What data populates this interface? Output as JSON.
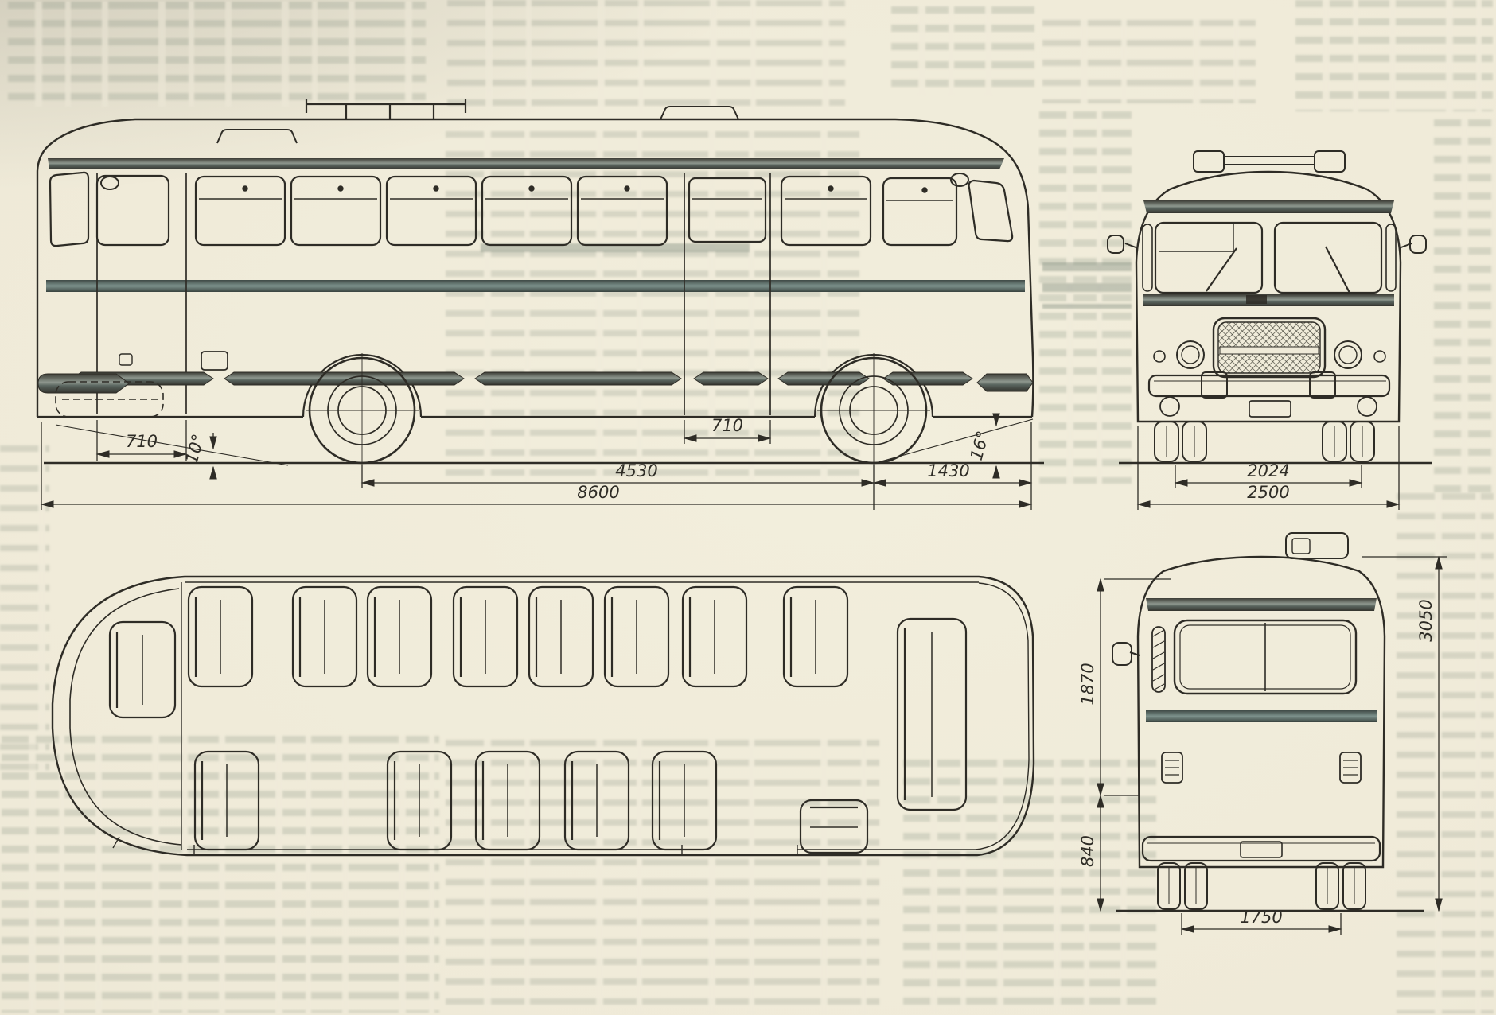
{
  "page": {
    "paper_color": "#efead8",
    "ink_color": "#2e2c26"
  },
  "side_view": {
    "dims": {
      "front_door_width": "710",
      "approach_angle": "10°",
      "center_door_width": "710",
      "wheelbase": "4530",
      "rear_overhang": "1430",
      "departure_angle": "16°",
      "overall_length": "8600"
    }
  },
  "front_view": {
    "dims": {
      "front_track": "2024",
      "overall_width": "2500"
    }
  },
  "rear_view": {
    "dims": {
      "upper_body_height": "1870",
      "lower_body_height": "840",
      "overall_height": "3050",
      "rear_track": "1750"
    }
  }
}
